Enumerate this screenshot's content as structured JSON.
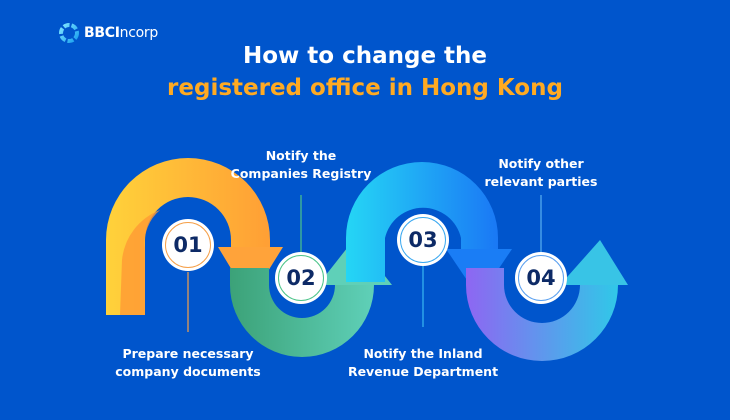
{
  "brand": {
    "logo_icon": "bbcincorp-ring-logo-icon",
    "name_bold": "BBCI",
    "name_light": "ncorp"
  },
  "title": {
    "line1": "How to change the",
    "line2": "registered office in Hong Kong",
    "line1_color": "#ffffff",
    "line2_color": "#ffaa22"
  },
  "background_color": "#0055cc",
  "steps": [
    {
      "number": "01",
      "label_line1": "Prepare necessary",
      "label_line2": "company documents",
      "label_position": "below",
      "color": "#ffb030",
      "ring_color": "#f5a04a"
    },
    {
      "number": "02",
      "label_line1": "Notify the",
      "label_line2": "Companies Registry",
      "label_position": "above",
      "color": "#4fc3a0",
      "ring_color": "#4cc48a"
    },
    {
      "number": "03",
      "label_line1": "Notify the Inland",
      "label_line2": "Revenue Department",
      "label_position": "below",
      "color": "#1fb6f0",
      "ring_color": "#3aa8f0"
    },
    {
      "number": "04",
      "label_line1": "Notify other",
      "label_line2": "relevant parties",
      "label_position": "above",
      "color": "#8c6cf0",
      "ring_color": "#5aa0f0"
    }
  ]
}
